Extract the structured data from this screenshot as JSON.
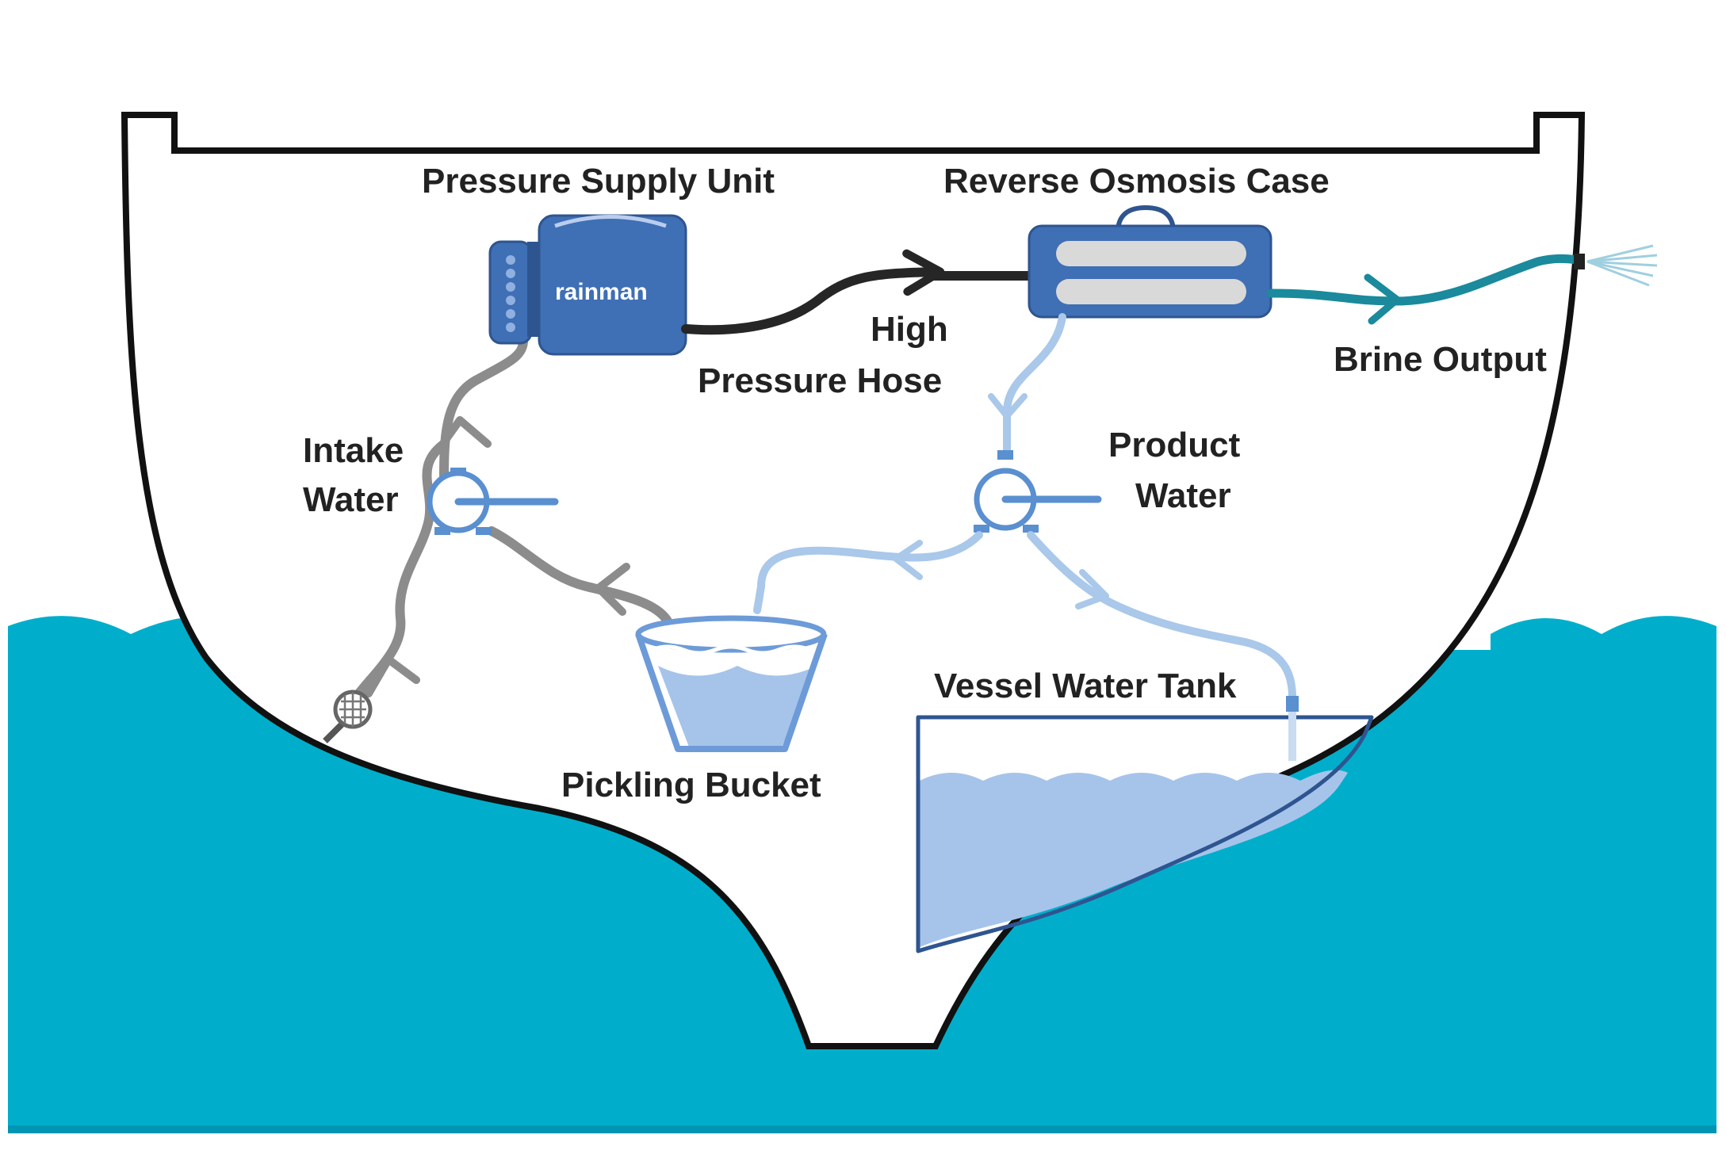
{
  "labels": {
    "pressure_supply_unit": "Pressure Supply Unit",
    "reverse_osmosis_case": "Reverse Osmosis Case",
    "high_pressure_hose_line1": "High",
    "high_pressure_hose_line2": "Pressure Hose",
    "brine_output": "Brine Output",
    "intake_water_line1": "Intake",
    "intake_water_line2": "Water",
    "product_water_line1": "Product",
    "product_water_line2": "Water",
    "vessel_water_tank": "Vessel Water Tank",
    "pickling_bucket": "Pickling Bucket"
  },
  "brand": "rainman",
  "colors": {
    "sea": "#00aecb",
    "sea_dark": "#0096b3",
    "hull_outline": "#111111",
    "unit_blue": "#3f6fb5",
    "unit_dark": "#2e5590",
    "high_pressure_hose": "#262626",
    "intake_hose": "#8c8c8c",
    "product_hose": "#a9c8ea",
    "brine_hose": "#1a8a9c",
    "tank_water": "#a6c4ea",
    "bucket_water": "#a6c4ea"
  }
}
